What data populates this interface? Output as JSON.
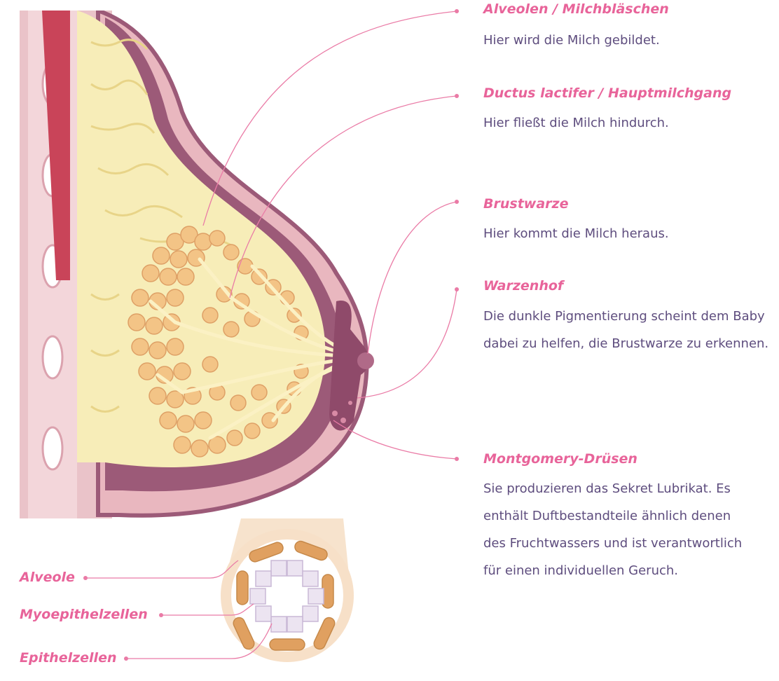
{
  "annotations": [
    {
      "id": "alveolen",
      "title": "Alveolen / Milchbläschen",
      "text": "Hier wird die Milch gebildet."
    },
    {
      "id": "ductus",
      "title": "Ductus lactifer / Hauptmilchgang",
      "text": "Hier fließt die Milch hindurch."
    },
    {
      "id": "brustwarze",
      "title": "Brustwarze",
      "text": "Hier kommt die Milch heraus."
    },
    {
      "id": "warzenhof",
      "title": "Warzenhof",
      "text": "Die dunkle Pigmentierung scheint dem Baby dabei zu helfen, die Brustwarze zu erkennen."
    },
    {
      "id": "montgomery",
      "title": "Montgomery-Drüsen",
      "text": "Sie produzieren das Sekret Lubrikat. Es enthält Duftbestandteile ähnlich denen des Fruchtwassers und ist verantwortlich für einen individuellen Geruch."
    }
  ],
  "detail_labels": [
    "Alveole",
    "Myoepithelzellen",
    "Epithelzellen"
  ],
  "colors": {
    "label": "#e8649a",
    "text": "#5e4d7e",
    "skin": "#e9b7bf",
    "skin_dark": "#9c5a78",
    "fat": "#f7edb8",
    "lobule": "#f3c486",
    "muscle": "#c94459",
    "zoom_cone": "#f5dcc0"
  }
}
